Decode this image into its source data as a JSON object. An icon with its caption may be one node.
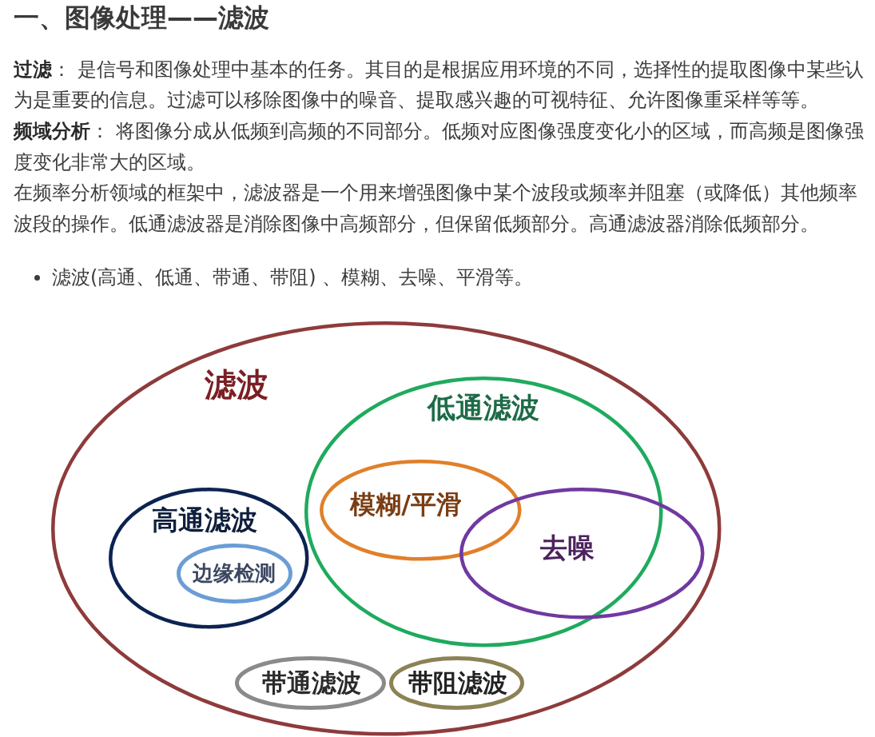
{
  "diagram": {
    "title": "一、图像处理——滤波",
    "nodes": [
      {
        "text": [
          "滤波"
        ]
      },
      {
        "text": [
          "低通滤波"
        ],
        "in": 0
      },
      {
        "text": [
          "模糊/平滑"
        ],
        "in": 1
      },
      {
        "text": [
          "高通滤波"
        ],
        "in": 0
      },
      {
        "text": [
          "边缘检测"
        ],
        "in": 3
      },
      {
        "text": [
          "去噪"
        ],
        "in": 0
      },
      {
        "text": [
          "带通滤波"
        ],
        "in": 0
      },
      {
        "text": [
          "带阻滤波"
        ],
        "in": 0
      }
    ],
    "labels": [
      "**过滤**： 是信号和图像处理中基本的任务。其目的是根据应用环境的不同，选择性的提取图像中某些认为是重要的信息。过滤可以移除图像中的噪音、提取感兴趣的可视特征、允许图像重采样等等。",
      "**频域分析**： 将图像分成从低频到高频的不同部分。低频对应图像强度变化小的区域，而高频是图像强度变化非常大的区域。",
      "在频率分析领域的框架中，滤波器是一个用来增强图像中某个波段或频率并阻塞（或降低）其他频率波段的操作。低通滤波器是消除图像中高频部分，但保留低频部分。高通滤波器消除低频部分。",
      "滤波(高通、低通、带通、带阻) 、模糊、去噪、平滑等。"
    ]
  }
}
